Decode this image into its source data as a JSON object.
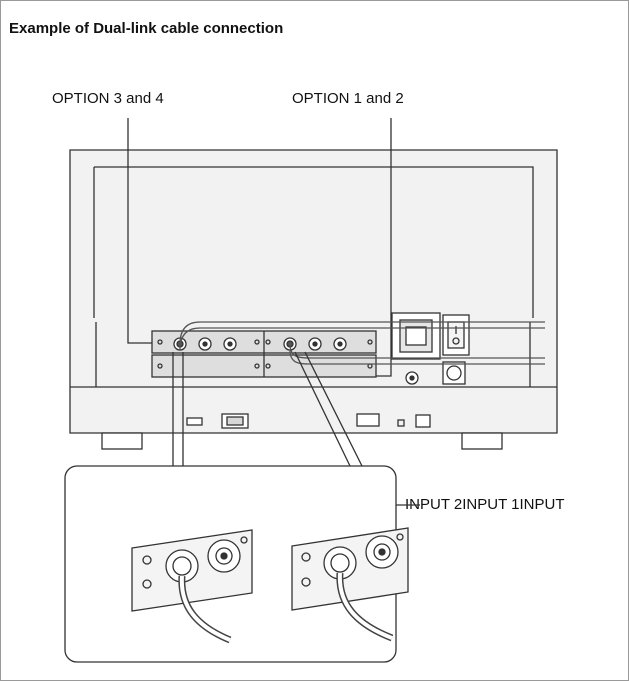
{
  "title": "Example of Dual-link cable connection",
  "callouts": {
    "option_3_4": "OPTION 3 and 4",
    "option_1_2": "OPTION 1 and 2",
    "inputs": "INPUT 2INPUT 1INPUT"
  },
  "colors": {
    "line": "#333333",
    "panel_fill": "#f2f2f2",
    "board_fill": "#dedede",
    "cable": "#555555"
  }
}
